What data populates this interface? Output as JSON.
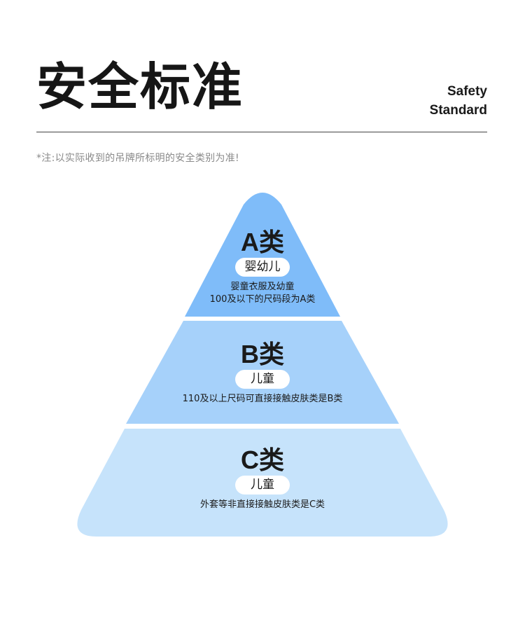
{
  "header": {
    "title": "安全标准",
    "subtitle_line1": "Safety",
    "subtitle_line2": "Standard"
  },
  "note": "*注:以实际收到的吊牌所标明的安全类别为准!",
  "pyramid": {
    "colors": {
      "top": "#7fbcf9",
      "middle": "#a6d1fa",
      "bottom": "#c6e3fb",
      "pill": "#ffffff"
    },
    "tiers": [
      {
        "name": "A类",
        "pill": "婴幼儿",
        "desc_line1": "婴童衣服及幼童",
        "desc_line2": "100及以下的尺码段为A类"
      },
      {
        "name": "B类",
        "pill": "儿童",
        "desc_line1": "110及以上尺码可直接接触皮肤类是B类"
      },
      {
        "name": "C类",
        "pill": "儿童",
        "desc_line1": "外套等非直接接触皮肤类是C类"
      }
    ]
  }
}
